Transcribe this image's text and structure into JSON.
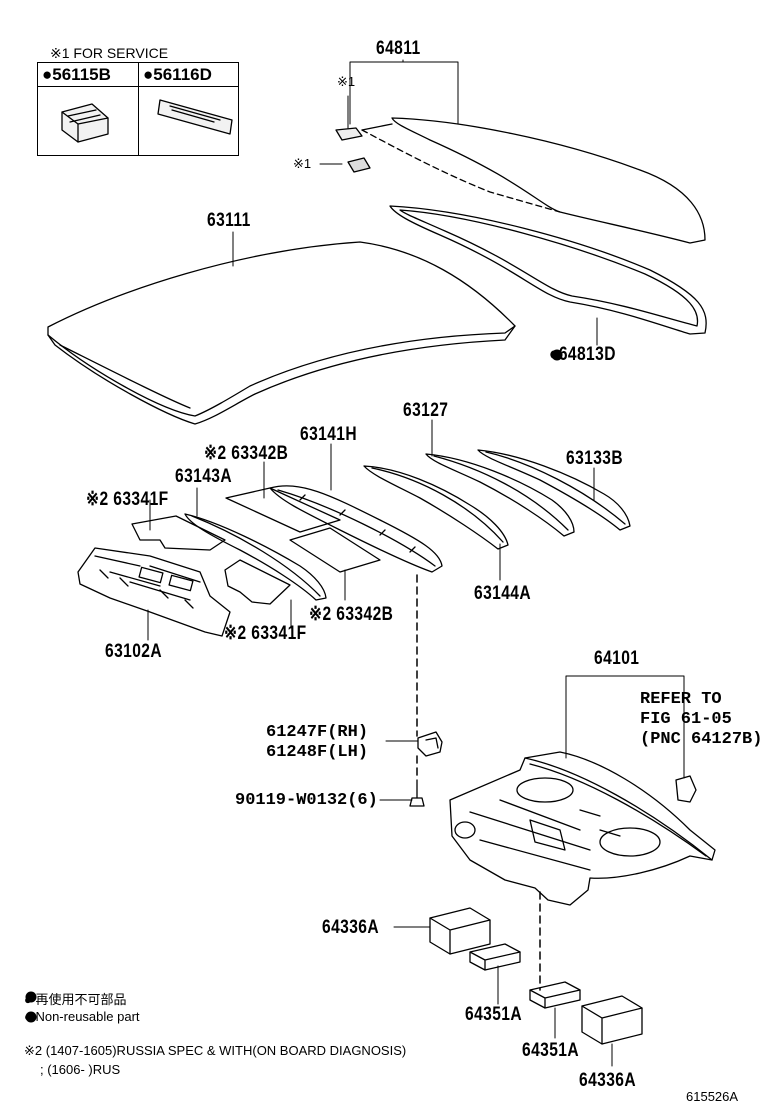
{
  "service": {
    "header": "※1 FOR SERVICE",
    "items": [
      "●56115B",
      "●56116D"
    ]
  },
  "parts": {
    "p64811": "64811",
    "p63111": "63111",
    "p64813D": "●64813D",
    "p63127": "63127",
    "p63141H": "63141H",
    "p63133B": "63133B",
    "p63342B_top": "※2 63342B",
    "p63143A": "63143A",
    "p63341F_top": "※2 63341F",
    "p63144A": "63144A",
    "p63342B_bot": "※2 63342B",
    "p63341F_bot": "※2 63341F",
    "p63102A": "63102A",
    "p64101": "64101",
    "refer": [
      "REFER TO",
      "FIG 61-05",
      "(PNC 64127B)"
    ],
    "p61247F": "61247F(RH)",
    "p61248F": "61248F(LH)",
    "p90119": "90119-W0132(6)",
    "p64336A_top": "64336A",
    "p64351A_left": "64351A",
    "p64351A_right": "64351A",
    "p64336A_bot": "64336A"
  },
  "marks": {
    "m1a": "※1",
    "m1b": "※1"
  },
  "legend": {
    "jp": "● 再使用不可部品",
    "en": "● Non-reusable part",
    "note_line1": "※2 (1407-1605)RUSSIA SPEC & WITH(ON BOARD DIAGNOSIS)",
    "note_line2": "; (1606-        )RUS"
  },
  "figure_id": "615526A"
}
